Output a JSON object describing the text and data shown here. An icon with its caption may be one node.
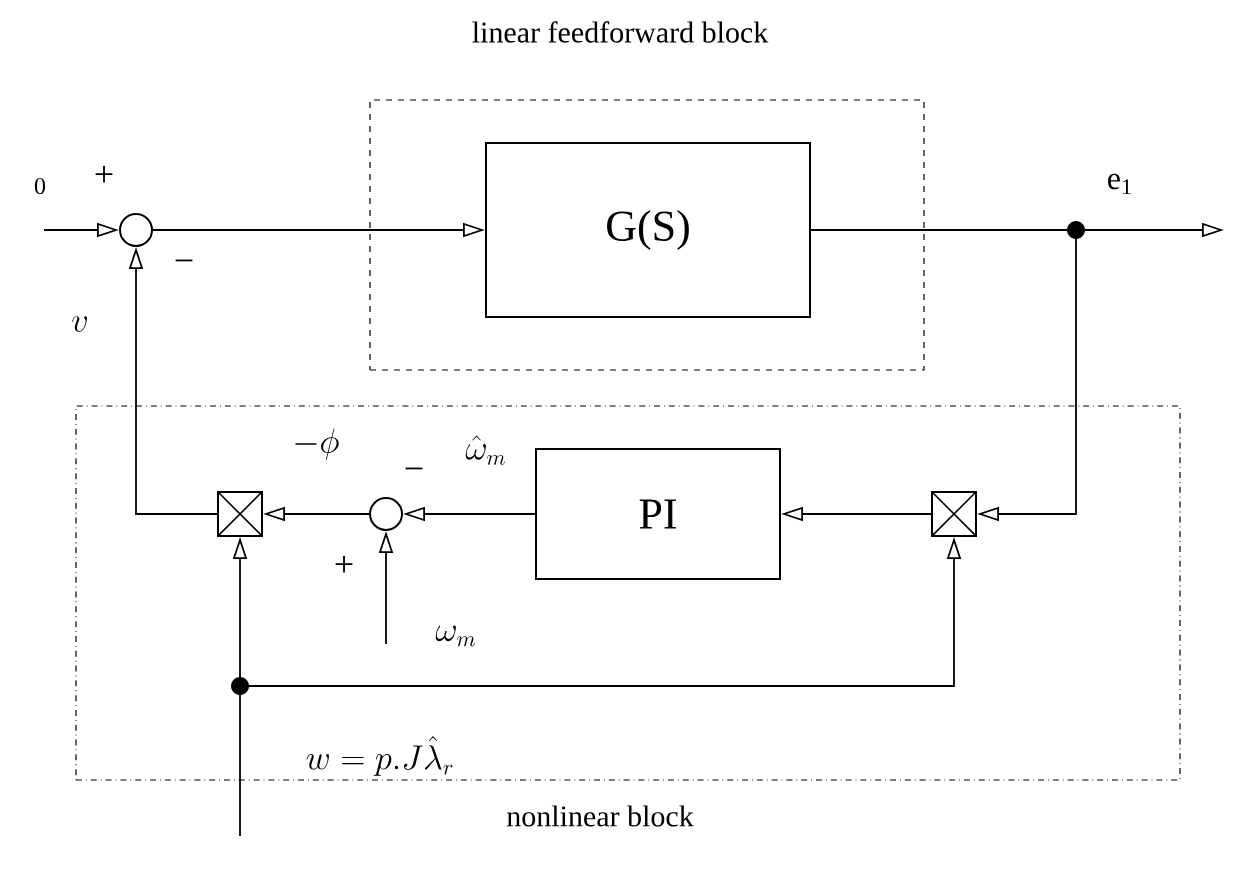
{
  "diagram": {
    "nodes": [
      {
        "text": [
          "linear feedforward block"
        ]
      },
      {
        "text": [
          "G(S)"
        ],
        "in": 0
      },
      {
        "text": [
          "nonlinear block"
        ]
      },
      {
        "text": [
          "PI"
        ],
        "in": 2
      },
      {
        "text": [],
        "shape": "circle"
      },
      {
        "text": [],
        "shape": "box",
        "in": 2
      },
      {
        "text": [],
        "shape": "circle",
        "in": 2
      },
      {
        "text": [],
        "shape": "box",
        "in": 2
      }
    ],
    "edges": [
      {
        "from": null,
        "to": 4,
        "arrow": "to",
        "label": "0"
      },
      {
        "from": 4,
        "to": 1,
        "arrow": "to"
      },
      {
        "from": 1,
        "to": null,
        "arrow": "to",
        "label": "e$_{1}$"
      },
      {
        "from": 1,
        "to": 7,
        "arrow": "to"
      },
      {
        "from": 7,
        "to": 3,
        "arrow": "to"
      },
      {
        "from": 3,
        "to": 6,
        "arrow": "to",
        "label": "\\hat{\\omega}_{m}"
      },
      {
        "from": 6,
        "to": 5,
        "arrow": "to",
        "label": "-\\phi"
      },
      {
        "from": 5,
        "to": 4,
        "arrow": "to",
        "label": "v"
      },
      {
        "from": null,
        "to": 6,
        "arrow": "to",
        "label": "\\omega_{m}"
      },
      {
        "from": null,
        "to": 5,
        "arrow": "to",
        "label": "w=p.J\\hat{\\lambda}_{r}"
      },
      {
        "from": null,
        "to": 7,
        "arrow": "to"
      }
    ],
    "labels": [
      "+",
      "−",
      "−",
      "+"
    ]
  }
}
